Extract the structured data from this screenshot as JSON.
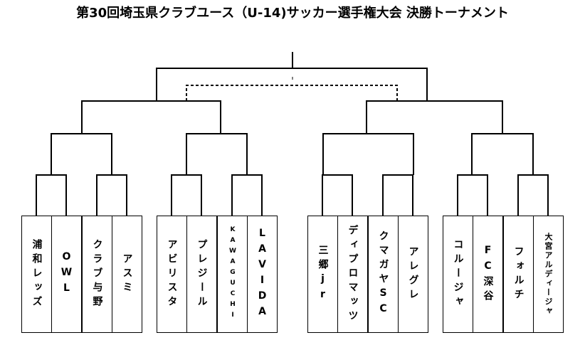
{
  "title": "第30回埼玉県クラブユース（U-14)サッカー選手権大会 決勝トーナメント",
  "teams": [
    {
      "name": "浦和レッズ"
    },
    {
      "name": "OWL"
    },
    {
      "name": "クラブ与野"
    },
    {
      "name": "アスミ"
    },
    {
      "name": "アビリスタ"
    },
    {
      "name": "プレジール"
    },
    {
      "name": "KAWAGUCHI"
    },
    {
      "name": "LAVIDA"
    },
    {
      "name": "三郷jr"
    },
    {
      "name": "ディプロマッツ"
    },
    {
      "name": "クマガヤSC"
    },
    {
      "name": "アレグレ"
    },
    {
      "name": "コルージャ"
    },
    {
      "name": "FC深谷"
    },
    {
      "name": "フォルチ"
    },
    {
      "name": "大宮アルディージャ"
    }
  ],
  "colors": {
    "line": "#000000",
    "background": "#ffffff"
  }
}
